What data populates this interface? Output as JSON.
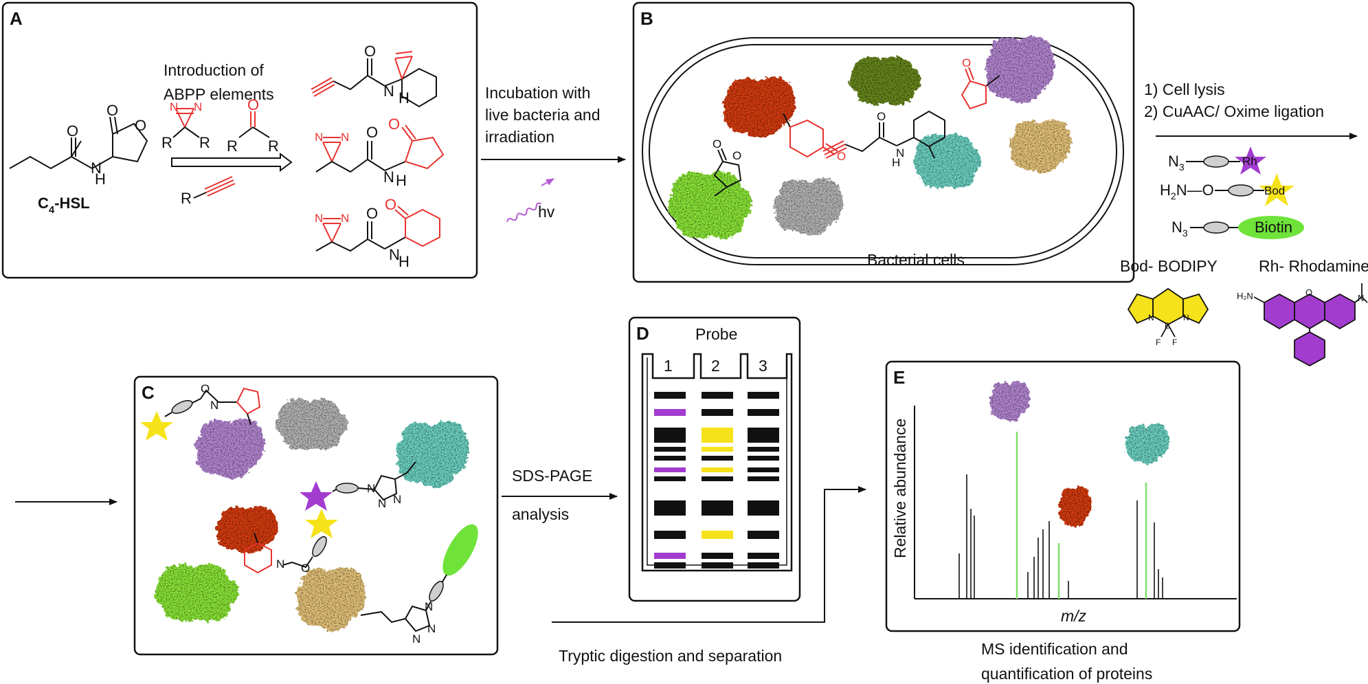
{
  "colors": {
    "probe_red": "#e8322e",
    "rhodamine": "#a23ccf",
    "bodipy": "#f5e21a",
    "biotin": "#6fe33a",
    "protein_red": "#d94016",
    "protein_olive": "#6a8a22",
    "protein_lavender": "#b88ad6",
    "protein_green": "#8eea3a",
    "protein_gray": "#b8b8b8",
    "protein_teal": "#6fd6c6",
    "protein_tan": "#e9c77d",
    "ms_peak_green": "#7fe06a"
  },
  "panelA": {
    "letter": "A",
    "compound_name": "C",
    "compound_sub": "4",
    "compound_suffix": "-HSL",
    "arrow_text_1": "Introduction of",
    "arrow_text_2": "ABPP elements",
    "diazirine_R1": "R",
    "diazirine_R2": "R",
    "ketone_R1": "R",
    "ketone_R2": "R",
    "alkyne_R": "R",
    "atom_O": "O",
    "atom_N": "N",
    "atom_H": "H"
  },
  "arrowAB": {
    "line1": "Incubation with",
    "line2": "live bacteria and",
    "line3": "irradiation",
    "hv": "hv"
  },
  "panelB": {
    "letter": "B",
    "caption": "Bacterial cells"
  },
  "arrowBC": {
    "step1": "1) Cell lysis",
    "step2": "2) CuAAC/ Oxime ligation",
    "reagent1_group": "N",
    "reagent1_sub": "3",
    "reagent1_tag": "Rh",
    "reagent2_group": "H",
    "reagent2_sub": "2",
    "reagent2_rest": "N—O",
    "reagent2_tag": "Bod",
    "reagent3_group": "N",
    "reagent3_sub": "3",
    "reagent3_tag": "Biotin"
  },
  "legend": {
    "bod": "Bod- BODIPY",
    "rh": "Rh- Rhodamine",
    "h2n": "H₂N",
    "bodipy_B": "B",
    "bodipy_N": "N",
    "bodipy_F": "F"
  },
  "panelC": {
    "letter": "C"
  },
  "arrowCD": {
    "line1": "SDS-PAGE",
    "line2": "analysis"
  },
  "panelD": {
    "letter": "D",
    "title": "Probe",
    "lanes": [
      "1",
      "2",
      "3"
    ]
  },
  "arrowDE": {
    "label": "Tryptic digestion and separation"
  },
  "panelE": {
    "letter": "E",
    "ylabel": "Relative abundance",
    "xlabel": "m/z",
    "caption1": "MS identification and",
    "caption2": "quantification of proteins"
  }
}
